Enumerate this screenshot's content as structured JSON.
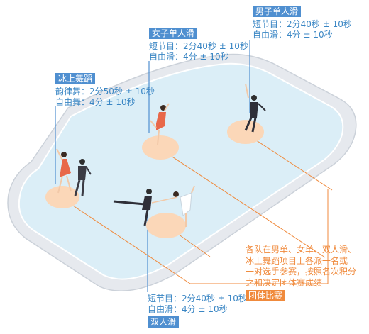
{
  "events": [
    {
      "id": "ice_dance",
      "title": "冰上舞蹈",
      "lines": [
        "韵律舞：2分50秒 ± 10秒",
        "自由舞：4分 ± 10秒"
      ]
    },
    {
      "id": "ladies_single",
      "title": "女子单人滑",
      "lines": [
        "短节目：2分40秒 ± 10秒",
        "自由滑：4分 ± 10秒"
      ]
    },
    {
      "id": "mens_single",
      "title": "男子单人滑",
      "lines": [
        "短节目：2分40秒 ± 10秒",
        "自由滑：4分 ± 10秒"
      ]
    },
    {
      "id": "pairs",
      "title": "双人滑",
      "lines": [
        "短节目：2分40秒 ± 10秒",
        "自由滑：4分 ± 10秒"
      ]
    }
  ],
  "team_event": {
    "title": "团体比赛",
    "description_lines": [
      "各队在男单、女单、双人滑、",
      "冰上舞蹈项目上各派一名或",
      "一对选手参赛，按照名次积分",
      "之和决定团体赛成绩"
    ]
  },
  "colors": {
    "accent_blue": "#4f8fd0",
    "text_blue": "#3a86c4",
    "accent_orange": "#f08a3c",
    "rink_ice": "#dbeef7",
    "rink_board": "#e6e9ee",
    "spot_fill": "#fbd7b8"
  }
}
